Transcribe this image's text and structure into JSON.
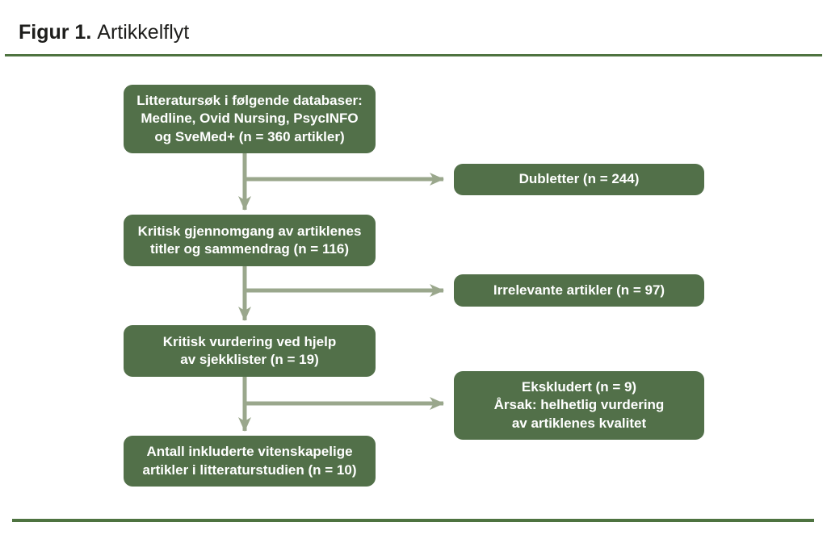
{
  "figure": {
    "title_label": "Figur 1.",
    "title_text": "Artikkelflyt"
  },
  "flow": {
    "main_boxes": [
      {
        "id": "literature-search",
        "lines": [
          "Litteratursøk i følgende databaser:",
          "Medline, Ovid Nursing, PsycINFO",
          "og SveMed+ (n = 360 artikler)"
        ]
      },
      {
        "id": "title-abstract-review",
        "lines": [
          "Kritisk gjennomgang av artiklenes",
          "titler og sammendrag (n = 116)"
        ]
      },
      {
        "id": "checklist-appraisal",
        "lines": [
          "Kritisk vurdering ved hjelp",
          "av sjekklister (n = 19)"
        ]
      },
      {
        "id": "included",
        "lines": [
          "Antall inkluderte vitenskapelige",
          "artikler i litteraturstudien (n = 10)"
        ]
      }
    ],
    "side_boxes": [
      {
        "id": "duplicates",
        "lines": [
          "Dubletter (n = 244)"
        ]
      },
      {
        "id": "irrelevant",
        "lines": [
          "Irrelevante artikler (n = 97)"
        ]
      },
      {
        "id": "excluded",
        "lines": [
          "Ekskludert (n = 9)",
          "Årsak: helhetlig vurdering",
          "av artiklenes kvalitet"
        ]
      }
    ],
    "counts": {
      "initial_articles": 360,
      "duplicates": 244,
      "title_abstract_screened": 116,
      "irrelevant": 97,
      "checklist_assessed": 19,
      "excluded": 9,
      "included": 10
    }
  },
  "colors": {
    "box_fill": "#527049",
    "box_text": "#ffffff",
    "arrow": "#9aa78c",
    "divider": "#4e7340",
    "title_text": "#1d1d1b",
    "page_bg": "#ffffff"
  }
}
